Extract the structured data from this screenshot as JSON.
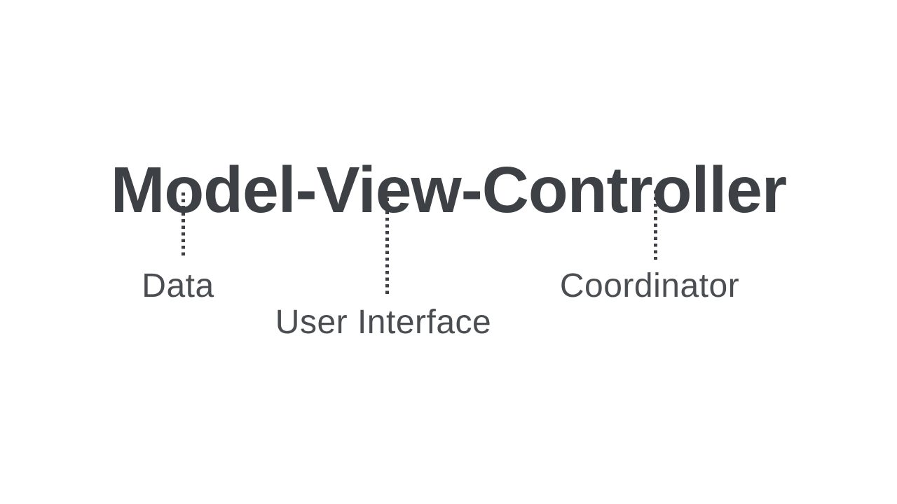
{
  "title": "Model-View-Controller",
  "colors": {
    "ink": "#3d4145",
    "label_ink": "#4a4e52",
    "background": "#ffffff"
  },
  "annotations": [
    {
      "component": "Model",
      "label": "Data"
    },
    {
      "component": "View",
      "label": "User Interface"
    },
    {
      "component": "Controller",
      "label": "Coordinator"
    }
  ]
}
